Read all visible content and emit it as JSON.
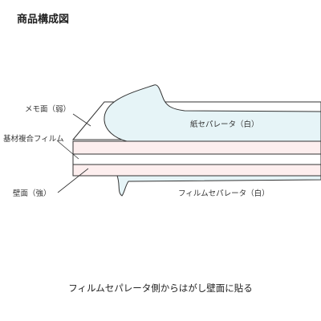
{
  "heading": "商品構成図",
  "labels": {
    "memo_face": "メモ面（弱）",
    "base_film": "基材複合フィルム",
    "wall_face": "壁面（強）",
    "paper_separator": "紙セパレータ（白）",
    "film_separator": "フィルムセパレータ（白）"
  },
  "caption": "フィルムセパレータ側からはがし壁面に貼る",
  "colors": {
    "separator_fill": "#e6f4f7",
    "film_layer_fill": "#fdeeee",
    "outline": "#333333"
  }
}
